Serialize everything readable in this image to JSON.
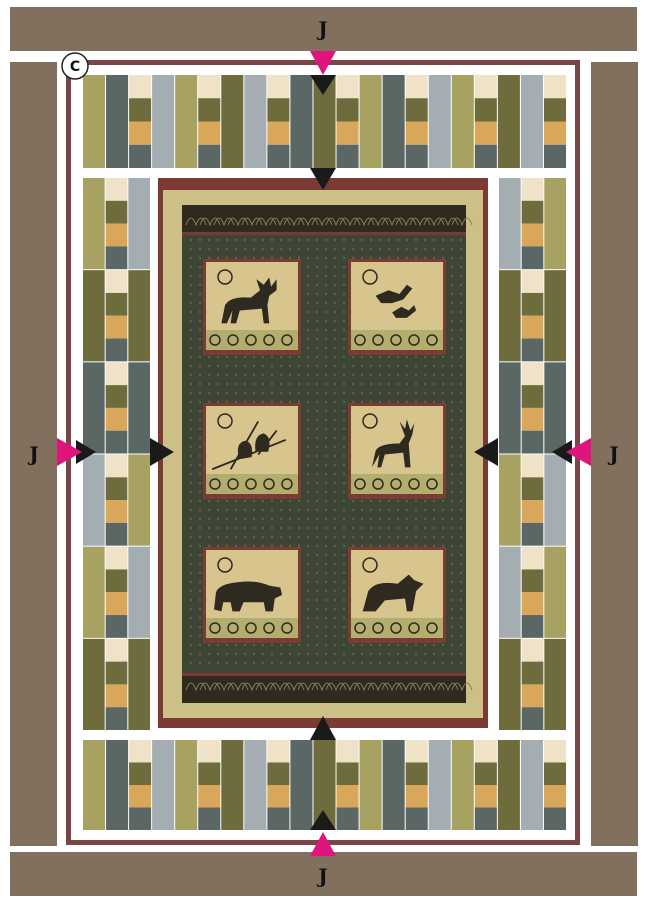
{
  "diagram": {
    "border_label_top": "J",
    "border_label_bottom": "J",
    "border_label_left": "J",
    "border_label_right": "J",
    "corner_label": "C"
  },
  "colors": {
    "outer_border": "#82705f",
    "thin_stripe": "#7a4545",
    "block_cream": "#efe2c6",
    "block_olive_light": "#a7a262",
    "block_olive_dark": "#6e6b3c",
    "block_gold": "#d9a75a",
    "block_slate": "#5a6764",
    "block_grey": "#a3adb2",
    "panel_khaki": "#cdc086",
    "panel_background": "#3d4634",
    "panel_red_border": "#7b3b34",
    "motif_tan": "#d8c48d",
    "motif_dark": "#2e2a20",
    "arrow_black": "#1a1a1a",
    "arrow_pink": "#e0147d"
  },
  "panel_animals": [
    "moose",
    "geese",
    "birds-on-branch",
    "deer",
    "bear",
    "wolf"
  ],
  "icons": [
    "arrow-down-pink",
    "arrow-up-pink",
    "arrow-right-pink",
    "arrow-left-pink",
    "arrow-black"
  ]
}
